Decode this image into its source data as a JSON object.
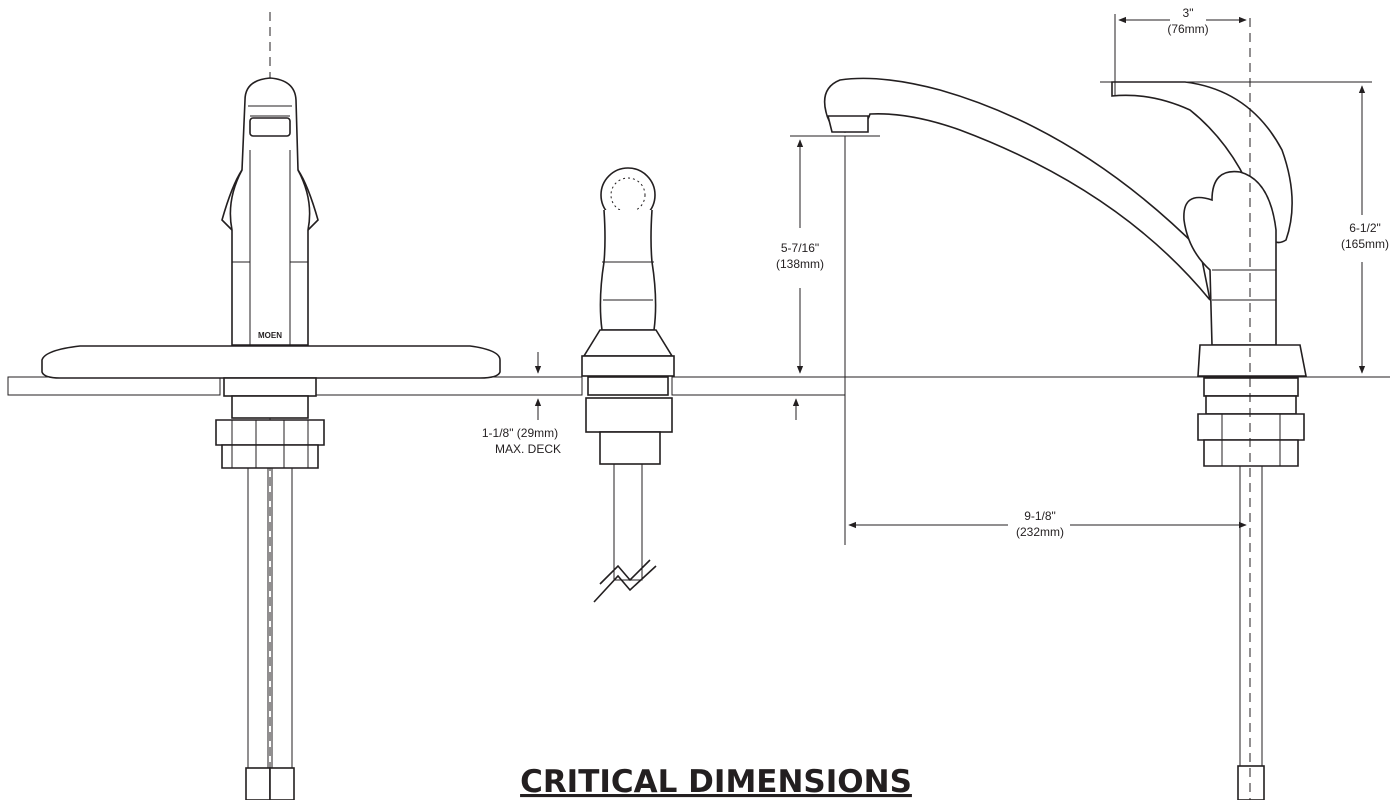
{
  "title": "CRITICAL DIMENSIONS",
  "brand_mark": "MOEN",
  "dimensions": {
    "deck": {
      "imperial": "1-1/8\" (29mm)",
      "note": "MAX. DECK"
    },
    "spout_height": {
      "imperial": "5-7/16\"",
      "metric": "(138mm)"
    },
    "handle_offset": {
      "imperial": "3\"",
      "metric": "(76mm)"
    },
    "overall_height": {
      "imperial": "6-1/2\"",
      "metric": "(165mm)"
    },
    "spout_reach": {
      "imperial": "9-1/8\"",
      "metric": "(232mm)"
    }
  },
  "colors": {
    "line": "#231f20",
    "background": "#ffffff"
  }
}
